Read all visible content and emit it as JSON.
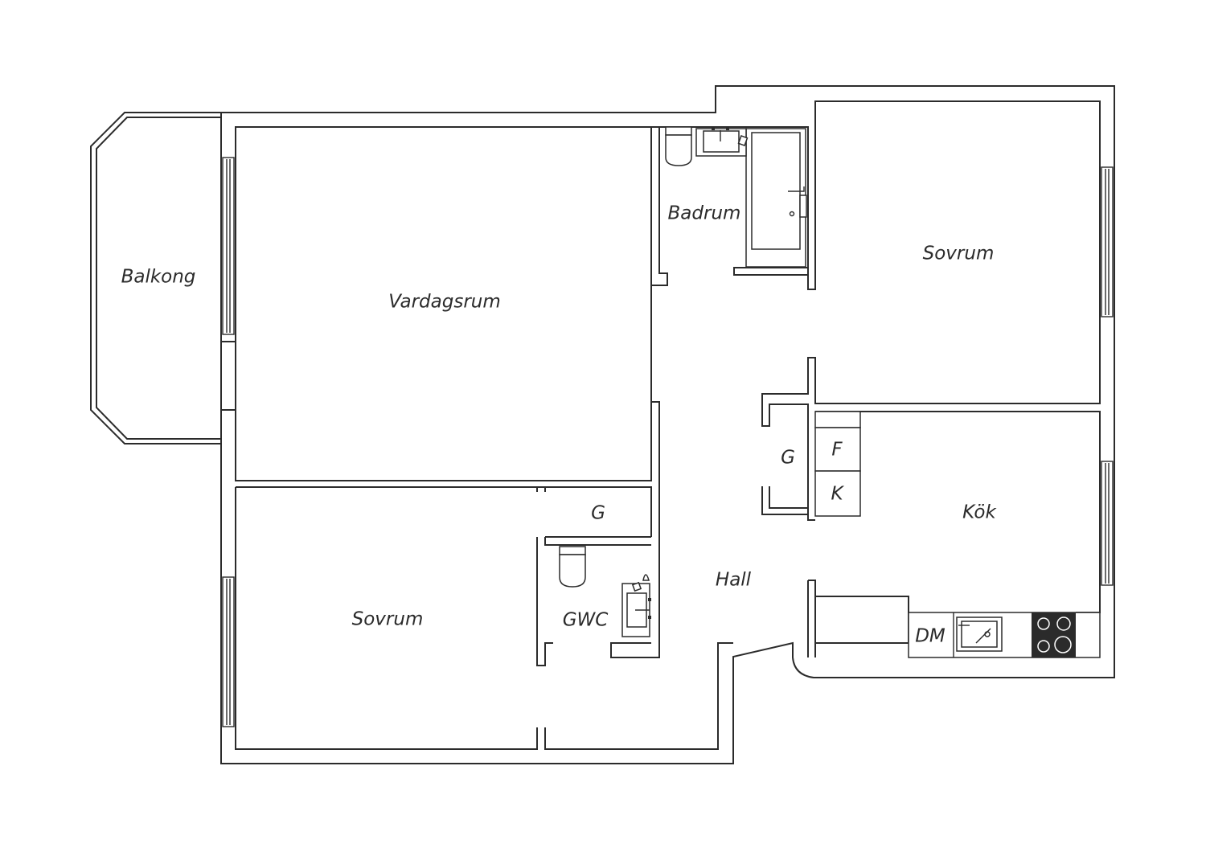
{
  "rooms": {
    "balkong": "Balkong",
    "vardagsrum": "Vardagsrum",
    "badrum": "Badrum",
    "sovrum_1": "Sovrum",
    "hall": "Hall",
    "garderob_hall": "G",
    "garderob_sovrum": "G",
    "frys": "F",
    "kyl": "K",
    "kok": "Kök",
    "sovrum_2": "Sovrum",
    "gwc": "GWC",
    "diskmaskin": "DM"
  },
  "colors": {
    "line": "#2b2b2b",
    "background": "#ffffff"
  }
}
